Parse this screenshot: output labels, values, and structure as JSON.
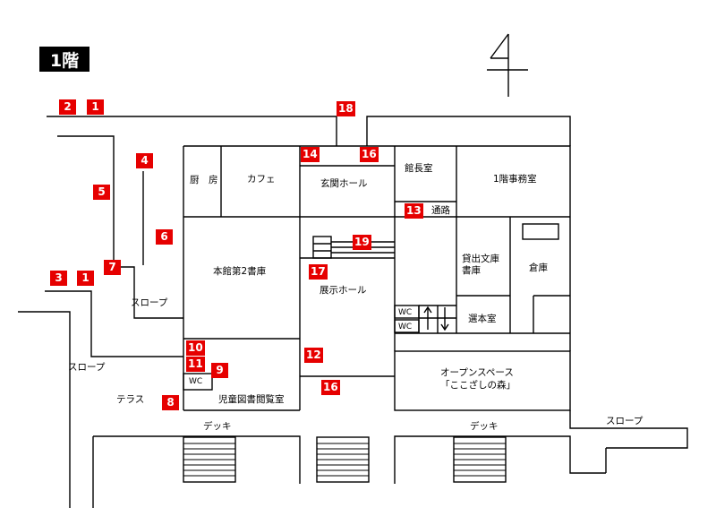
{
  "floor_title": "1階",
  "markers": [
    "1",
    "2",
    "3",
    "4",
    "5",
    "6",
    "7",
    "8",
    "9",
    "10",
    "11",
    "12",
    "13",
    "14",
    "16",
    "17",
    "18",
    "19"
  ],
  "labels": {
    "kitchen": "厨　房",
    "cafe": "カフェ",
    "entrance_hall": "玄関ホール",
    "director_room": "館長室",
    "office": "1階事務室",
    "passage": "通路",
    "stack_room_2": "本館第2書庫",
    "lending_library": "貸出文庫",
    "lending_library_2": "書庫",
    "storage": "倉庫",
    "exhibition_hall": "展示ホール",
    "selection_room": "選本室",
    "wc": "WC",
    "open_space": "オープンスペース",
    "open_space_name": "「ここざしの森」",
    "children_reading_room": "児童図書閲覧室",
    "terrace": "テラス",
    "slope": "スロープ",
    "deck": "デッキ"
  },
  "colors": {
    "marker": "#e60000",
    "badge": "#000000",
    "line": "#000000"
  }
}
